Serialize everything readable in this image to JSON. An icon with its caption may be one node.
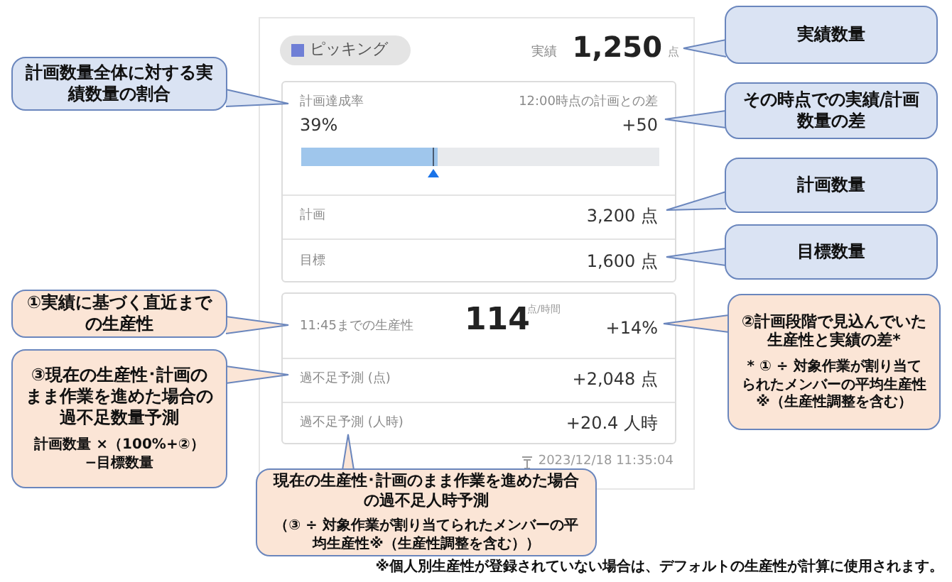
{
  "diagram": {
    "nodes": [
      {
        "text": [
          "実績",
          "1,250",
          "点",
          "2023/12/18 11:35:04"
        ]
      },
      {
        "text": [
          "ピッキング"
        ],
        "in": 0
      },
      {
        "text": [
          "計画達成率",
          "39%",
          "12:00時点の計画との差",
          "+50",
          "計画",
          "3,200 点",
          "目標",
          "1,600 点"
        ],
        "in": 0
      },
      {
        "text": [
          "11:45までの生産性",
          "114",
          "点/時間",
          "+14%",
          "過不足予測 (点)",
          "+2,048 点",
          "過不足予測 (人時)",
          "+20.4 人時"
        ],
        "in": 0
      },
      {
        "text": [
          "計画数量全体に対する実績数量の割合"
        ]
      },
      {
        "text": [
          "実績数量"
        ]
      },
      {
        "text": [
          "その時点での実績/計画数量の差"
        ]
      },
      {
        "text": [
          "計画数量"
        ]
      },
      {
        "text": [
          "目標数量"
        ]
      },
      {
        "text": [
          "①実績に基づく直近までの生産性"
        ]
      },
      {
        "text": [
          "②計画段階で見込んでいた生産性と実績の差*",
          "* ① ÷ 対象作業が割り当てられたメンバーの平均生産性※（生産性調整を含む）"
        ]
      },
      {
        "text": [
          "③現在の生産性･計画のまま作業を進めた場合の過不足数量予測",
          "計画数量 ×（100%+②）−目標数量"
        ]
      },
      {
        "text": [
          "現在の生産性･計画のまま作業を進めた場合の過不足人時予測",
          "（③ ÷ 対象作業が割り当てられたメンバーの平均生産性※（生産性調整を含む））"
        ]
      }
    ],
    "edges": [
      {
        "from": 4,
        "to": null,
        "arrow": "to"
      },
      {
        "from": 5,
        "to": null,
        "arrow": "to"
      },
      {
        "from": 6,
        "to": null,
        "arrow": "to"
      },
      {
        "from": 7,
        "to": null,
        "arrow": "to"
      },
      {
        "from": 8,
        "to": null,
        "arrow": "to"
      },
      {
        "from": 9,
        "to": null,
        "arrow": "to"
      },
      {
        "from": 10,
        "to": null,
        "arrow": "to"
      },
      {
        "from": 11,
        "to": null,
        "arrow": "to"
      },
      {
        "from": 12,
        "to": null,
        "arrow": "to"
      }
    ],
    "labels": [
      "※個人別生産性が登録されていない場合は、デフォルトの生産性が計算に使用されます。"
    ]
  }
}
